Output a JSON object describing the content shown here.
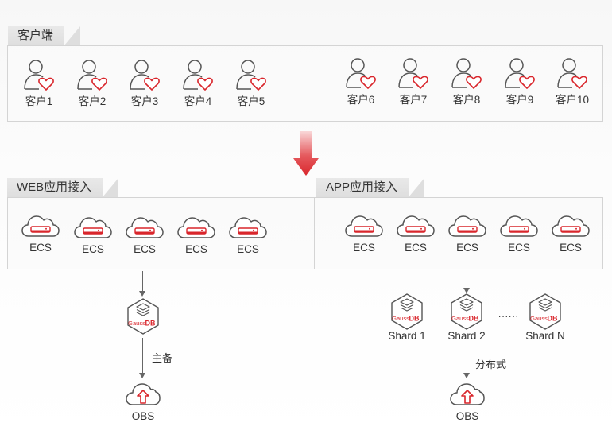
{
  "client_section": {
    "title": "客户端",
    "clients": [
      "客户1",
      "客户2",
      "客户3",
      "客户4",
      "客户5",
      "客户6",
      "客户7",
      "客户8",
      "客户9",
      "客户10"
    ]
  },
  "web_section": {
    "title": "WEB应用接入",
    "servers": [
      "ECS",
      "ECS",
      "ECS",
      "ECS",
      "ECS"
    ],
    "db": {
      "brand_left": "Gauss",
      "brand_right": "DB"
    },
    "link_label": "主备",
    "storage": "OBS"
  },
  "app_section": {
    "title": "APP应用接入",
    "servers": [
      "ECS",
      "ECS",
      "ECS",
      "ECS",
      "ECS"
    ],
    "shards": [
      {
        "label": "Shard 1",
        "brand_left": "Gauss",
        "brand_right": "DB"
      },
      {
        "label": "Shard 2",
        "brand_left": "Gauss",
        "brand_right": "DB"
      },
      {
        "label": "Shard N",
        "brand_left": "Gauss",
        "brand_right": "DB"
      }
    ],
    "ellipsis": "......",
    "link_label": "分布式",
    "storage": "OBS"
  },
  "colors": {
    "accent": "#d9262c",
    "outline": "#555555",
    "panel_border": "#d4d4d4"
  },
  "icons": {
    "client": "user-heart-icon",
    "server": "cloud-server-icon",
    "database": "gaussdb-icon",
    "storage": "cloud-upload-icon",
    "flow": "down-arrow-icon"
  }
}
